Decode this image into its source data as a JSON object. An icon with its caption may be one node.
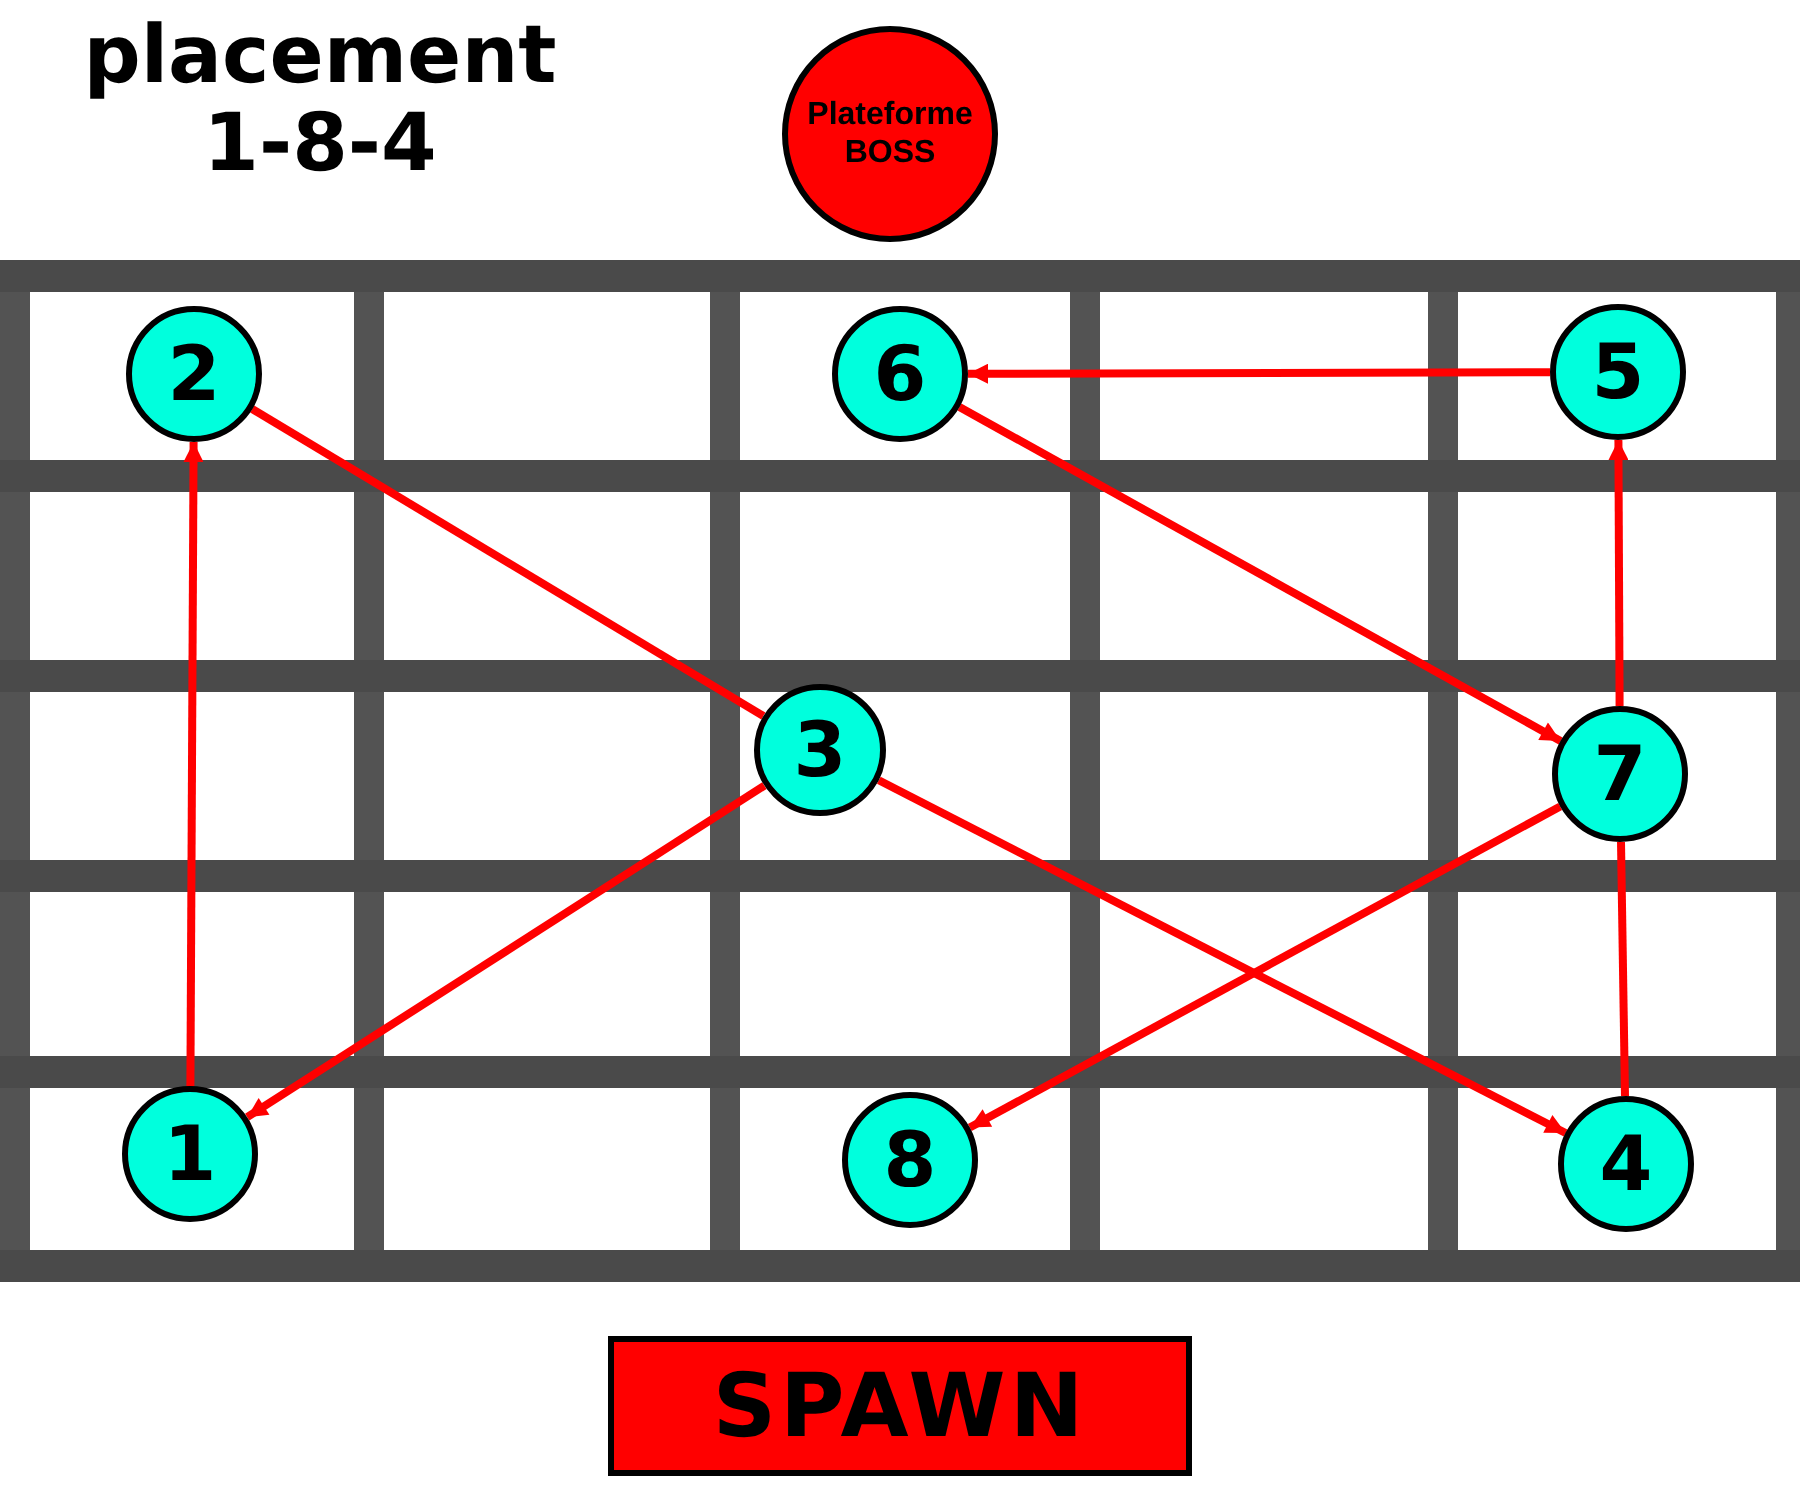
{
  "diagram": {
    "title": "placement 1-8-4",
    "nodes": [
      {
        "text": [
          "Plateforme BOSS"
        ]
      },
      {
        "text": [
          "2"
        ]
      },
      {
        "text": [
          "6"
        ]
      },
      {
        "text": [
          "5"
        ]
      },
      {
        "text": [
          "3"
        ]
      },
      {
        "text": [
          "7"
        ]
      },
      {
        "text": [
          "1"
        ]
      },
      {
        "text": [
          "8"
        ]
      },
      {
        "text": [
          "4"
        ]
      },
      {
        "text": [
          "SPAWN"
        ]
      }
    ],
    "edges": [
      {
        "from": 6,
        "to": 1,
        "arrow": "to"
      },
      {
        "from": 1,
        "to": 4,
        "arrow": "none"
      },
      {
        "from": 4,
        "to": 8,
        "arrow": "to"
      },
      {
        "from": 8,
        "to": 5,
        "arrow": "none"
      },
      {
        "from": 5,
        "to": 3,
        "arrow": "to"
      },
      {
        "from": 3,
        "to": 2,
        "arrow": "to"
      },
      {
        "from": 2,
        "to": 5,
        "arrow": "to"
      },
      {
        "from": 5,
        "to": 7,
        "arrow": "to"
      },
      {
        "from": 4,
        "to": 6,
        "arrow": "to"
      }
    ]
  }
}
